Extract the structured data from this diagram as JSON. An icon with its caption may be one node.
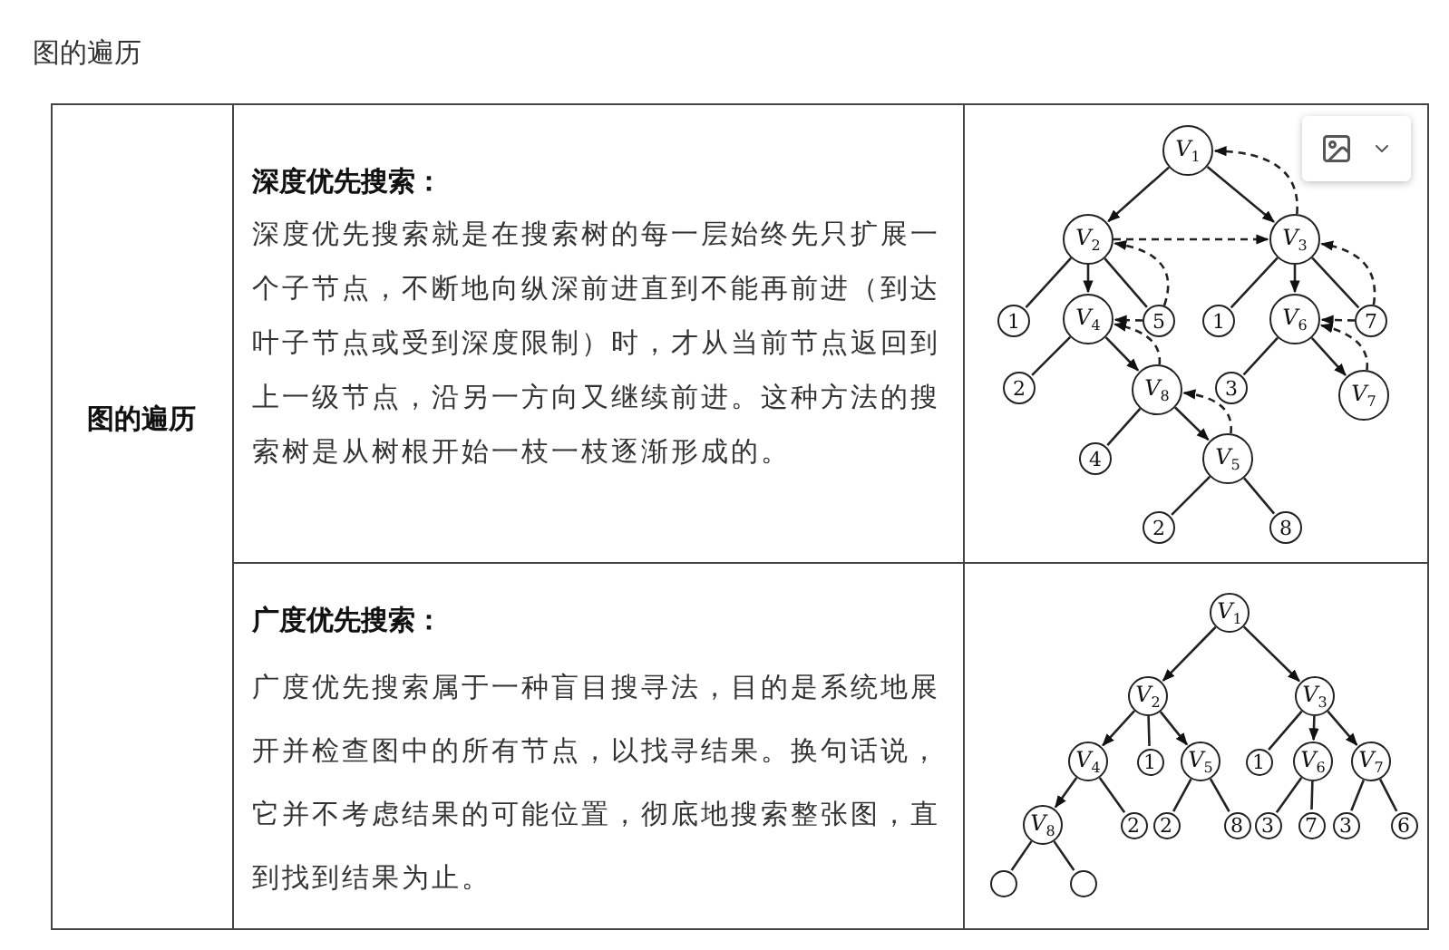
{
  "diagram": {
    "title": "图的遍历",
    "nodes": [
      {
        "text": [
          "*V*$_{1}$"
        ]
      },
      {
        "text": [
          "*V*$_{2}$"
        ]
      },
      {
        "text": [
          "*V*$_{3}$"
        ]
      },
      {
        "text": [
          "1"
        ]
      },
      {
        "text": [
          "*V*$_{4}$"
        ]
      },
      {
        "text": [
          "5"
        ]
      },
      {
        "text": [
          "1"
        ]
      },
      {
        "text": [
          "*V*$_{6}$"
        ]
      },
      {
        "text": [
          "7"
        ]
      },
      {
        "text": [
          "2"
        ]
      },
      {
        "text": [
          "*V*$_{8}$"
        ]
      },
      {
        "text": [
          "3"
        ]
      },
      {
        "text": [
          "*V*$_{7}$"
        ]
      },
      {
        "text": [
          "4"
        ]
      },
      {
        "text": [
          "*V*$_{5}$"
        ]
      },
      {
        "text": [
          "2"
        ]
      },
      {
        "text": [
          "8"
        ]
      },
      {
        "text": [
          "*V*$_{1}$"
        ]
      },
      {
        "text": [
          "*V*$_{2}$"
        ]
      },
      {
        "text": [
          "*V*$_{3}$"
        ]
      },
      {
        "text": [
          "*V*$_{4}$"
        ]
      },
      {
        "text": [
          "1"
        ]
      },
      {
        "text": [
          "*V*$_{5}$"
        ]
      },
      {
        "text": [
          "1"
        ]
      },
      {
        "text": [
          "*V*$_{6}$"
        ]
      },
      {
        "text": [
          "*V*$_{7}$"
        ]
      },
      {
        "text": [
          "*V*$_{8}$"
        ]
      },
      {
        "text": [
          "2"
        ]
      },
      {
        "text": [
          "2"
        ]
      },
      {
        "text": [
          "8"
        ]
      },
      {
        "text": [
          "3"
        ]
      },
      {
        "text": [
          "7"
        ]
      },
      {
        "text": [
          "3"
        ]
      },
      {
        "text": [
          "6"
        ]
      },
      {
        "text": [],
        "shape": "circle"
      },
      {
        "text": [],
        "shape": "circle"
      }
    ],
    "edges": [
      {
        "from": 0,
        "to": 1,
        "arrow": "to"
      },
      {
        "from": 0,
        "to": 2,
        "arrow": "to"
      },
      {
        "from": 1,
        "to": 3,
        "arrow": "none"
      },
      {
        "from": 1,
        "to": 4,
        "arrow": "to"
      },
      {
        "from": 1,
        "to": 5,
        "arrow": "none"
      },
      {
        "from": 4,
        "to": 9,
        "arrow": "none"
      },
      {
        "from": 4,
        "to": 10,
        "arrow": "to"
      },
      {
        "from": 10,
        "to": 13,
        "arrow": "none"
      },
      {
        "from": 10,
        "to": 14,
        "arrow": "to"
      },
      {
        "from": 14,
        "to": 15,
        "arrow": "none"
      },
      {
        "from": 14,
        "to": 16,
        "arrow": "none"
      },
      {
        "from": 2,
        "to": 6,
        "arrow": "none"
      },
      {
        "from": 2,
        "to": 7,
        "arrow": "to"
      },
      {
        "from": 2,
        "to": 8,
        "arrow": "none"
      },
      {
        "from": 7,
        "to": 11,
        "arrow": "none"
      },
      {
        "from": 7,
        "to": 12,
        "arrow": "to"
      },
      {
        "from": 5,
        "to": 4,
        "arrow": "to",
        "style": "dashed"
      },
      {
        "from": 5,
        "to": 1,
        "arrow": "to",
        "style": "dashed"
      },
      {
        "from": 1,
        "to": 2,
        "arrow": "to",
        "style": "dashed"
      },
      {
        "from": 10,
        "to": 4,
        "arrow": "to",
        "style": "dashed"
      },
      {
        "from": 14,
        "to": 10,
        "arrow": "to",
        "style": "dashed"
      },
      {
        "from": 8,
        "to": 7,
        "arrow": "to",
        "style": "dashed"
      },
      {
        "from": 8,
        "to": 2,
        "arrow": "to",
        "style": "dashed"
      },
      {
        "from": 12,
        "to": 7,
        "arrow": "to",
        "style": "dashed"
      },
      {
        "from": 2,
        "to": 0,
        "arrow": "to",
        "style": "dashed"
      },
      {
        "from": 17,
        "to": 18,
        "arrow": "to"
      },
      {
        "from": 17,
        "to": 19,
        "arrow": "to"
      },
      {
        "from": 18,
        "to": 20,
        "arrow": "to"
      },
      {
        "from": 18,
        "to": 21,
        "arrow": "none"
      },
      {
        "from": 18,
        "to": 22,
        "arrow": "to"
      },
      {
        "from": 19,
        "to": 23,
        "arrow": "none"
      },
      {
        "from": 19,
        "to": 24,
        "arrow": "to"
      },
      {
        "from": 19,
        "to": 25,
        "arrow": "to"
      },
      {
        "from": 20,
        "to": 26,
        "arrow": "to"
      },
      {
        "from": 20,
        "to": 27,
        "arrow": "none"
      },
      {
        "from": 22,
        "to": 28,
        "arrow": "none"
      },
      {
        "from": 22,
        "to": 29,
        "arrow": "none"
      },
      {
        "from": 24,
        "to": 30,
        "arrow": "none"
      },
      {
        "from": 24,
        "to": 31,
        "arrow": "none"
      },
      {
        "from": 25,
        "to": 32,
        "arrow": "none"
      },
      {
        "from": 25,
        "to": 33,
        "arrow": "none"
      },
      {
        "from": 26,
        "to": 34,
        "arrow": "none"
      },
      {
        "from": 26,
        "to": 35,
        "arrow": "none"
      }
    ],
    "labels": [
      "图的遍历",
      "深度优先搜索：",
      "深度优先搜索就是在搜索树的每一层始终先只扩展一个子节点，不断地向纵深前进直到不能再前进（到达叶子节点或受到深度限制）时，才从当前节点返回到上一级节点，沿另一方向又继续前进。这种方法的搜索树是从树根开始一枝一枝逐渐形成的。",
      "广度优先搜索：",
      "广度优先搜索属于一种盲目搜寻法，目的是系统地展开并检查图中的所有节点，以找寻结果。换句话说，它并不考虑结果的可能位置，彻底地搜索整张图，直到找到结果为止。"
    ]
  }
}
